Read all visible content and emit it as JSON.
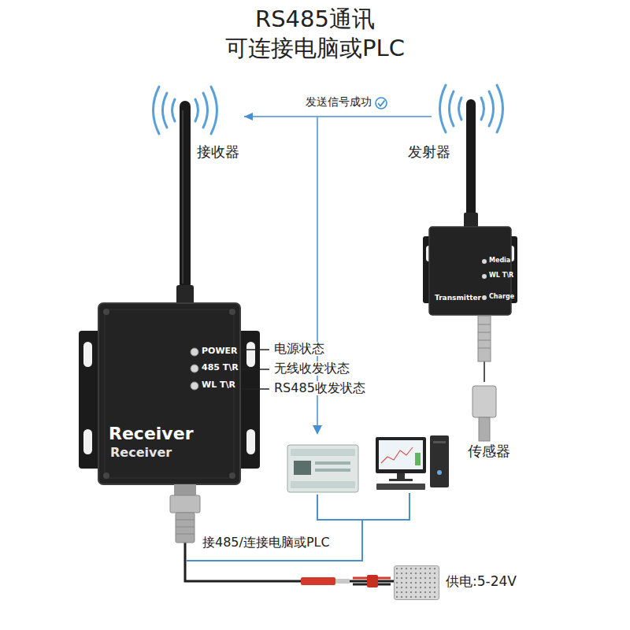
{
  "diagram": {
    "title": "RS485通讯 可连接电脑或PLC",
    "nodes": [
      {
        "text": [
          "接收器",
          "Receiver",
          "Receiver"
        ]
      },
      {
        "text": [
          "发射器",
          "Transmitter"
        ]
      },
      {
        "text": [
          "传感器"
        ]
      },
      {
        "text": [
          "供电:5-24V"
        ]
      }
    ],
    "edges": [
      {
        "from": 1,
        "to": 0,
        "arrow": "to",
        "label": "发送信号成功"
      },
      {
        "from": 1,
        "to": 2,
        "arrow": "none"
      },
      {
        "from": 0,
        "to": 3,
        "arrow": "none"
      }
    ],
    "labels": [
      "POWER",
      "485 T\\R",
      "WL T\\R",
      "电源状态",
      "无线收发状态",
      "RS485收发状态",
      "Media",
      "WL T\\R",
      "Charge",
      "接485/连接电脑或PLC"
    ]
  }
}
